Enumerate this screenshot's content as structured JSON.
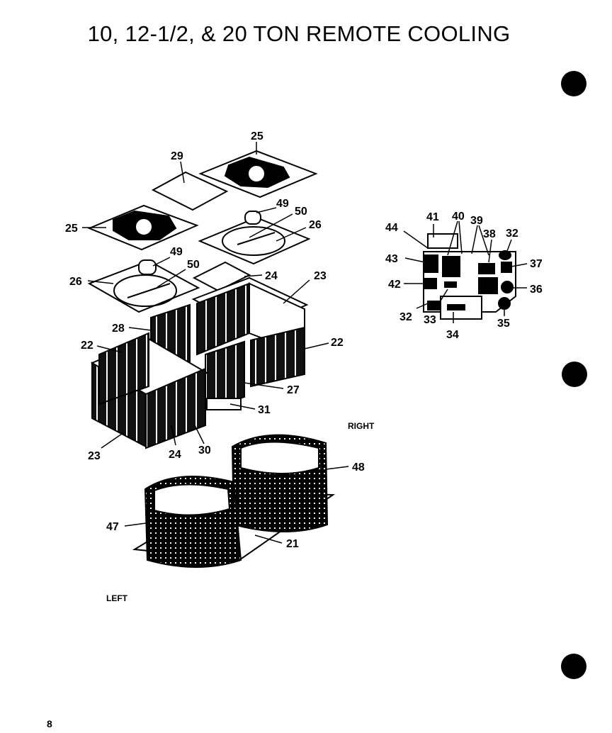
{
  "title": "10, 12-1/2, & 20 TON REMOTE COOLING",
  "page_number": "8",
  "side_labels": {
    "right": "RIGHT",
    "left": "LEFT"
  },
  "callouts": {
    "c25a": "25",
    "c29": "29",
    "c25b": "25",
    "c49a": "49",
    "c50a": "50",
    "c26a": "26",
    "c49b": "49",
    "c50b": "50",
    "c26b": "26",
    "c24a": "24",
    "c23a": "23",
    "c28": "28",
    "c22a": "22",
    "c22b": "22",
    "c27": "27",
    "c31": "31",
    "c23b": "23",
    "c24b": "24",
    "c30": "30",
    "c48": "48",
    "c47": "47",
    "c21": "21",
    "c41": "41",
    "c40": "40",
    "c39": "39",
    "c44": "44",
    "c38": "38",
    "c32a": "32",
    "c43": "43",
    "c37": "37",
    "c42": "42",
    "c36": "36",
    "c32b": "32",
    "c33": "33",
    "c34": "34",
    "c35": "35"
  },
  "colors": {
    "ink": "#000000",
    "paper": "#ffffff"
  }
}
